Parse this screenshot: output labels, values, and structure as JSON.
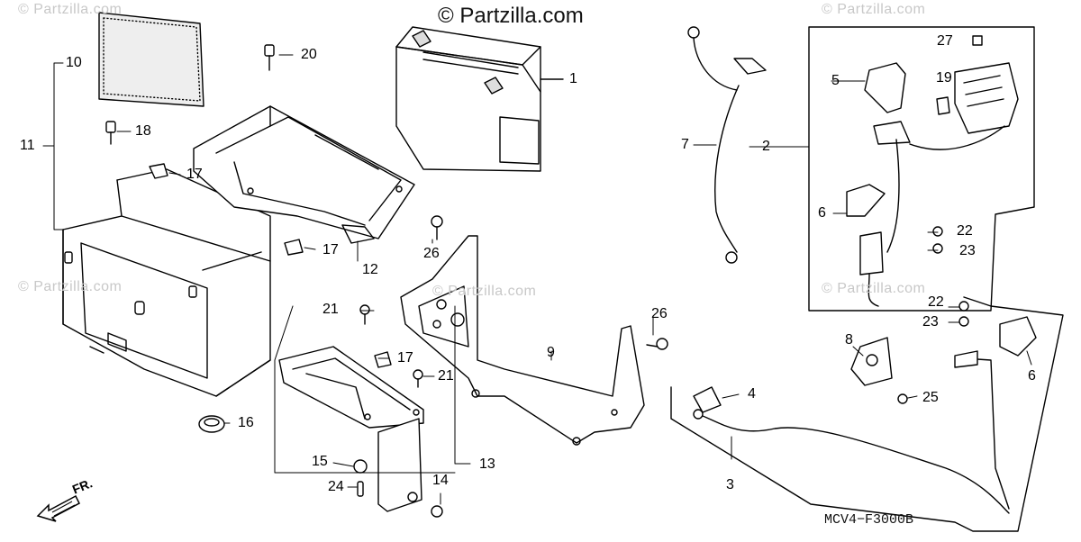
{
  "watermark": {
    "brand": "© Partzilla.com",
    "faint": "© Partzilla.com"
  },
  "diagram_code": "MCV4−F3000B",
  "front_label": "FR.",
  "callouts": [
    {
      "id": "1",
      "label": "1"
    },
    {
      "id": "2",
      "label": "2"
    },
    {
      "id": "3",
      "label": "3"
    },
    {
      "id": "4",
      "label": "4"
    },
    {
      "id": "5",
      "label": "5"
    },
    {
      "id": "6a",
      "label": "6"
    },
    {
      "id": "6b",
      "label": "6"
    },
    {
      "id": "7",
      "label": "7"
    },
    {
      "id": "8",
      "label": "8"
    },
    {
      "id": "9",
      "label": "9"
    },
    {
      "id": "10",
      "label": "10"
    },
    {
      "id": "11",
      "label": "11"
    },
    {
      "id": "12",
      "label": "12"
    },
    {
      "id": "13",
      "label": "13"
    },
    {
      "id": "14",
      "label": "14"
    },
    {
      "id": "15",
      "label": "15"
    },
    {
      "id": "16",
      "label": "16"
    },
    {
      "id": "17a",
      "label": "17"
    },
    {
      "id": "17b",
      "label": "17"
    },
    {
      "id": "17c",
      "label": "17"
    },
    {
      "id": "18",
      "label": "18"
    },
    {
      "id": "19",
      "label": "19"
    },
    {
      "id": "20",
      "label": "20"
    },
    {
      "id": "21a",
      "label": "21"
    },
    {
      "id": "21b",
      "label": "21"
    },
    {
      "id": "22a",
      "label": "22"
    },
    {
      "id": "22b",
      "label": "22"
    },
    {
      "id": "23a",
      "label": "23"
    },
    {
      "id": "23b",
      "label": "23"
    },
    {
      "id": "24",
      "label": "24"
    },
    {
      "id": "25",
      "label": "25"
    },
    {
      "id": "26a",
      "label": "26"
    },
    {
      "id": "26b",
      "label": "26"
    },
    {
      "id": "27",
      "label": "27"
    }
  ]
}
